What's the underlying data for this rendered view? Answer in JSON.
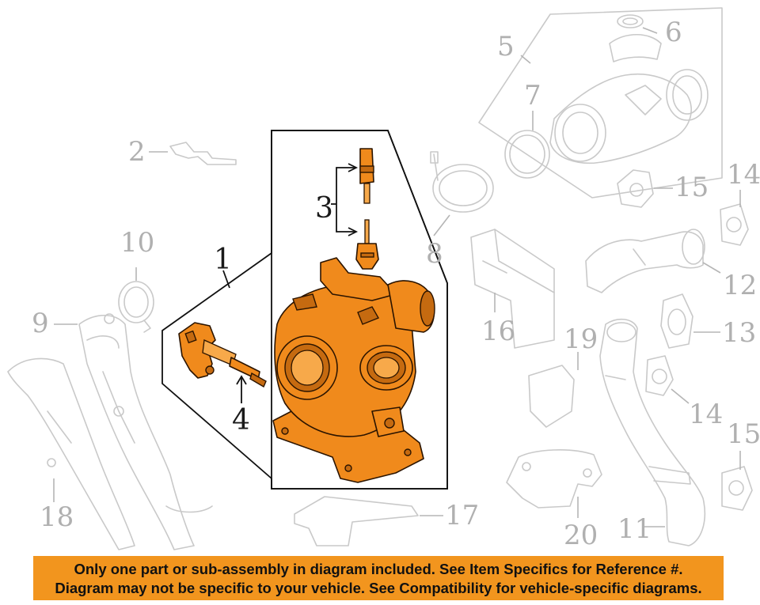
{
  "diagram": {
    "callouts": {
      "c1": "1",
      "c2": "2",
      "c3": "3",
      "c4": "4",
      "c5": "5",
      "c6": "6",
      "c7": "7",
      "c8": "8",
      "c9": "9",
      "c10": "10",
      "c11": "11",
      "c12": "12",
      "c13": "13",
      "c14a": "14",
      "c14b": "14",
      "c15a": "15",
      "c15b": "15",
      "c16": "16",
      "c17": "17",
      "c18": "18",
      "c19": "19",
      "c20": "20"
    },
    "highlight_color": "#f08a1c"
  },
  "notice": {
    "line1": "Only one part or sub-assembly in diagram included. See Item Specifics for Reference #.",
    "line2": "Diagram may not be specific to your vehicle. See Compatibility for vehicle-specific diagrams.",
    "background_color": "#f2951e"
  }
}
